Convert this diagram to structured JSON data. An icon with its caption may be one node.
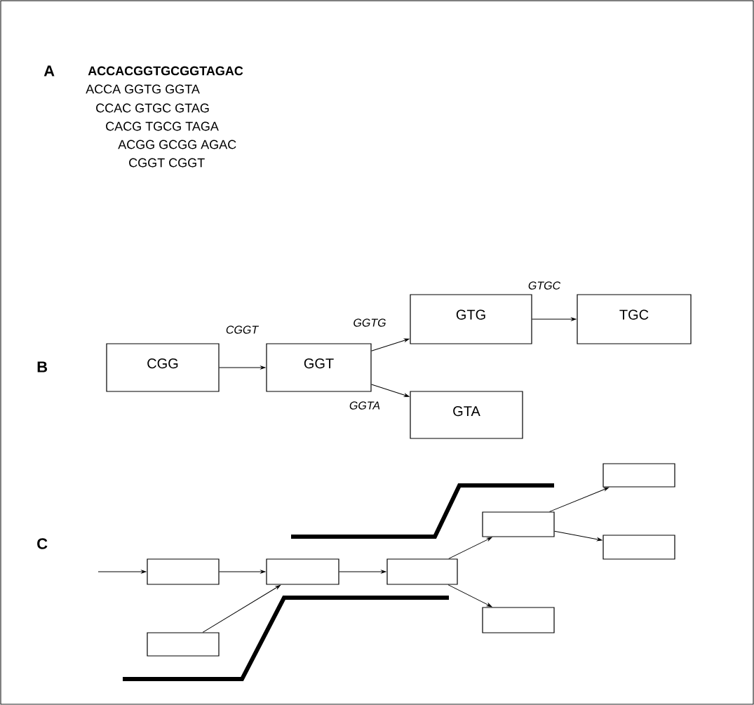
{
  "diagram": {
    "nodes": [
      {
        "text": [
          "CGG"
        ]
      },
      {
        "text": [
          "GGT"
        ]
      },
      {
        "text": [
          "GTG"
        ]
      },
      {
        "text": [
          "TGC"
        ]
      },
      {
        "text": [
          "GTA"
        ]
      },
      {
        "text": [],
        "shape": "box"
      },
      {
        "text": [],
        "shape": "box"
      },
      {
        "text": [],
        "shape": "box"
      },
      {
        "text": [],
        "shape": "box"
      },
      {
        "text": [],
        "shape": "box"
      },
      {
        "text": [],
        "shape": "box"
      },
      {
        "text": [],
        "shape": "box"
      },
      {
        "text": [],
        "shape": "box"
      }
    ],
    "edges": [
      {
        "from": 0,
        "to": 1,
        "arrow": "to",
        "label": "CGGT"
      },
      {
        "from": 1,
        "to": 2,
        "arrow": "to",
        "label": "GGTG"
      },
      {
        "from": 1,
        "to": 4,
        "arrow": "to",
        "label": "GGTA"
      },
      {
        "from": 2,
        "to": 3,
        "arrow": "to",
        "label": "GTGC"
      },
      {
        "from": null,
        "to": 5,
        "arrow": "to"
      },
      {
        "from": 5,
        "to": 7,
        "arrow": "to"
      },
      {
        "from": 6,
        "to": 7,
        "arrow": "to"
      },
      {
        "from": 7,
        "to": 8,
        "arrow": "to"
      },
      {
        "from": 8,
        "to": 9,
        "arrow": "to"
      },
      {
        "from": 8,
        "to": 10,
        "arrow": "to"
      },
      {
        "from": 9,
        "to": 11,
        "arrow": "to"
      },
      {
        "from": 9,
        "to": 12,
        "arrow": "to"
      }
    ],
    "labels": [
      "A",
      "ACCACGGTGCGGTAGAC",
      "ACCA GGTG GGTA",
      "CCAC GTGC GTAG",
      "CACG TGCG TAGA",
      "ACGG GCGG AGAC",
      "CGGT CGGT",
      "B",
      "C"
    ]
  }
}
